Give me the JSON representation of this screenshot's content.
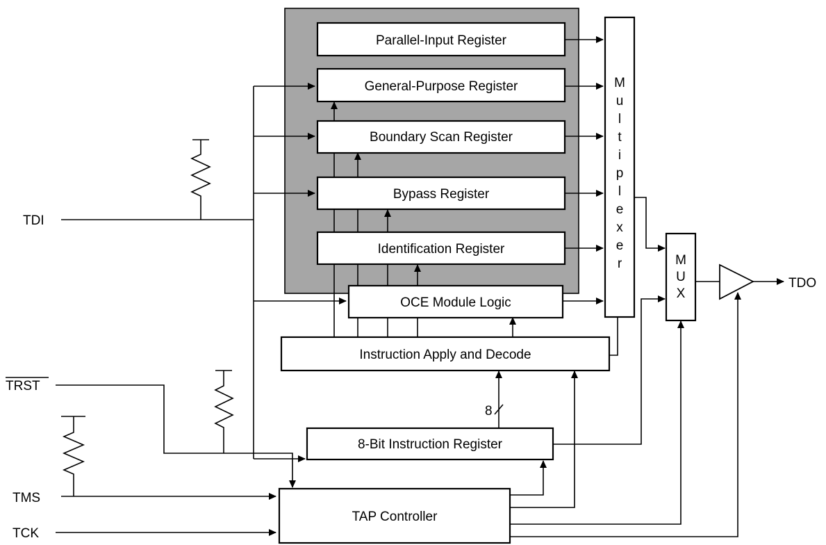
{
  "registers": {
    "parallel_input": "Parallel-Input Register",
    "general_purpose": "General-Purpose Register",
    "boundary_scan": "Boundary Scan Register",
    "bypass": "Bypass Register",
    "identification": "Identification Register"
  },
  "oce_logic": "OCE Module Logic",
  "instruction_decode": "Instruction Apply and Decode",
  "instruction_register": "8-Bit Instruction Register",
  "tap_controller": "TAP Controller",
  "multiplexer_letters": [
    "M",
    "u",
    "l",
    "t",
    "i",
    "p",
    "l",
    "e",
    "x",
    "e",
    "r"
  ],
  "mux_letters": [
    "M",
    "U",
    "X"
  ],
  "bus_width": "8",
  "pins": {
    "tdi": "TDI",
    "trst": "TRST",
    "tms": "TMS",
    "tck": "TCK",
    "tdo": "TDO"
  },
  "colors": {
    "shaded_region": "#a6a6a6",
    "line": "#000000",
    "background": "#ffffff"
  }
}
